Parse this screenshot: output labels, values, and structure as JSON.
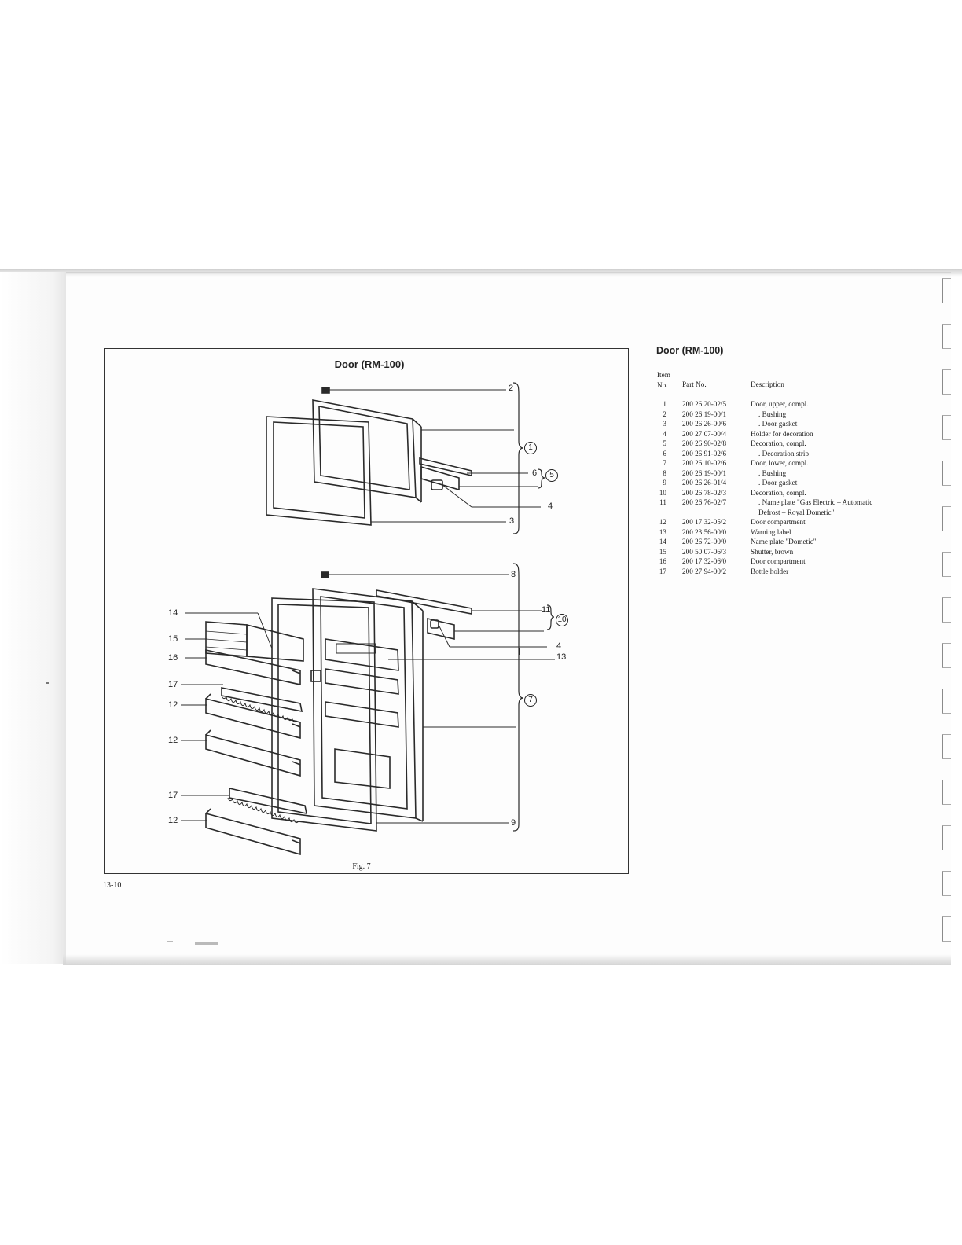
{
  "diagram": {
    "title": "Door (RM-100)",
    "caption": "Fig. 7",
    "page_number": "13-10",
    "callouts_upper": [
      "2",
      "6",
      "4",
      "3"
    ],
    "callouts_upper_circled": [
      "1",
      "5"
    ],
    "callouts_lower": [
      "8",
      "11",
      "4",
      "13",
      "9",
      "14",
      "15",
      "16",
      "17",
      "12",
      "12",
      "17",
      "12"
    ],
    "callouts_lower_circled": [
      "10",
      "7"
    ]
  },
  "parts_list": {
    "title": "Door (RM-100)",
    "headers": {
      "item_line1": "Item",
      "item_line2": "No.",
      "part_no": "Part No.",
      "description": "Description"
    },
    "rows": [
      {
        "item": "1",
        "part": "200 26 20-02/5",
        "desc": "Door, upper, compl."
      },
      {
        "item": "2",
        "part": "200 26 19-00/1",
        "desc": ". Bushing"
      },
      {
        "item": "3",
        "part": "200 26 26-00/6",
        "desc": ". Door gasket"
      },
      {
        "item": "4",
        "part": "200 27 07-00/4",
        "desc": "Holder for decoration"
      },
      {
        "item": "5",
        "part": "200 26 90-02/8",
        "desc": "Decoration, compl."
      },
      {
        "item": "6",
        "part": "200 26 91-02/6",
        "desc": ". Decoration strip"
      },
      {
        "item": "7",
        "part": "200 26 10-02/6",
        "desc": "Door, lower, compl."
      },
      {
        "item": "8",
        "part": "200 26 19-00/1",
        "desc": ". Bushing"
      },
      {
        "item": "9",
        "part": "200 26 26-01/4",
        "desc": ". Door gasket"
      },
      {
        "item": "10",
        "part": "200 26 78-02/3",
        "desc": "Decoration, compl."
      },
      {
        "item": "11",
        "part": "200 26 76-02/7",
        "desc": ". Name plate \"Gas Electric – Automatic",
        "desc2": "Defrost – Royal Dometic\""
      },
      {
        "item": "12",
        "part": "200 17 32-05/2",
        "desc": "Door compartment"
      },
      {
        "item": "13",
        "part": "200 23 56-00/0",
        "desc": "Warning label"
      },
      {
        "item": "14",
        "part": "200 26 72-00/0",
        "desc": "Name plate \"Dometic\""
      },
      {
        "item": "15",
        "part": "200 50 07-06/3",
        "desc": "Shutter, brown"
      },
      {
        "item": "16",
        "part": "200 17 32-06/0",
        "desc": "Door compartment"
      },
      {
        "item": "17",
        "part": "200 27 94-00/2",
        "desc": "Bottle holder"
      }
    ]
  }
}
